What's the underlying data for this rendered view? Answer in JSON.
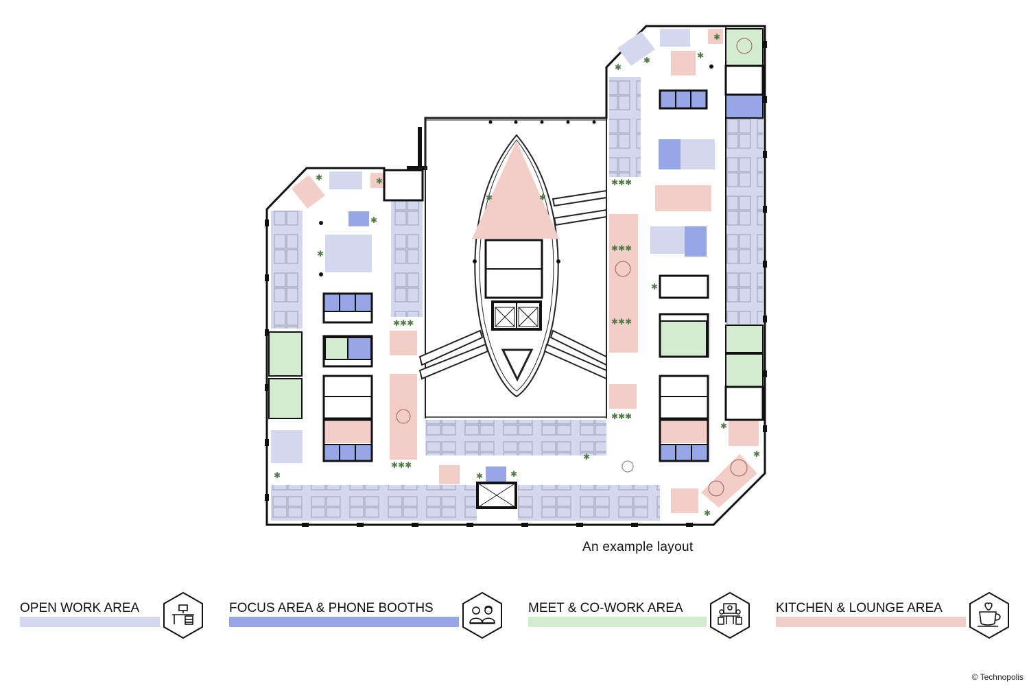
{
  "caption": "An example layout",
  "copyright": "© Technopolis",
  "colors": {
    "open_work": "#d3d8ef",
    "focus": "#97a6e6",
    "meet": "#d3ecd0",
    "kitchen": "#f3cdc7",
    "wall": "#111111"
  },
  "legend": [
    {
      "label": "OPEN WORK AREA",
      "icon": "desk-icon",
      "color": "#d3d8ef"
    },
    {
      "label": "FOCUS AREA & PHONE BOOTHS",
      "icon": "phone-booth-icon",
      "color": "#97a6e6"
    },
    {
      "label": "MEET & CO-WORK AREA",
      "icon": "meeting-icon",
      "color": "#d3ecd0"
    },
    {
      "label": "KITCHEN & LOUNGE AREA",
      "icon": "coffee-cup-icon",
      "color": "#f3cdc7"
    }
  ]
}
